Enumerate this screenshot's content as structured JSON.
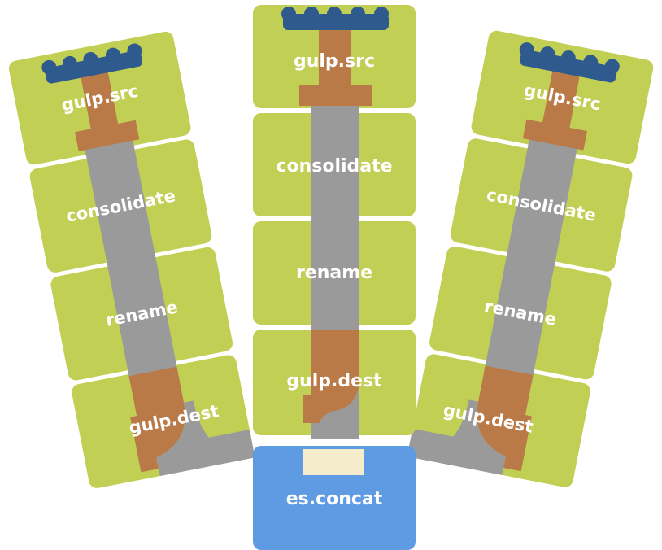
{
  "pipelines": [
    {
      "id": "left",
      "steps": [
        "gulp.src",
        "consolidate",
        "rename",
        "gulp.dest"
      ]
    },
    {
      "id": "center",
      "steps": [
        "gulp.src",
        "consolidate",
        "rename",
        "gulp.dest"
      ]
    },
    {
      "id": "right",
      "steps": [
        "gulp.src",
        "consolidate",
        "rename",
        "gulp.dest"
      ]
    }
  ],
  "merge": {
    "label": "es.concat"
  },
  "colors": {
    "block": "#c2cf55",
    "pipe": "#9a9a9a",
    "fitting": "#b97a48",
    "valve": "#2e5a8e",
    "merge_block": "#5e9be2",
    "connector": "#f4ecca"
  }
}
